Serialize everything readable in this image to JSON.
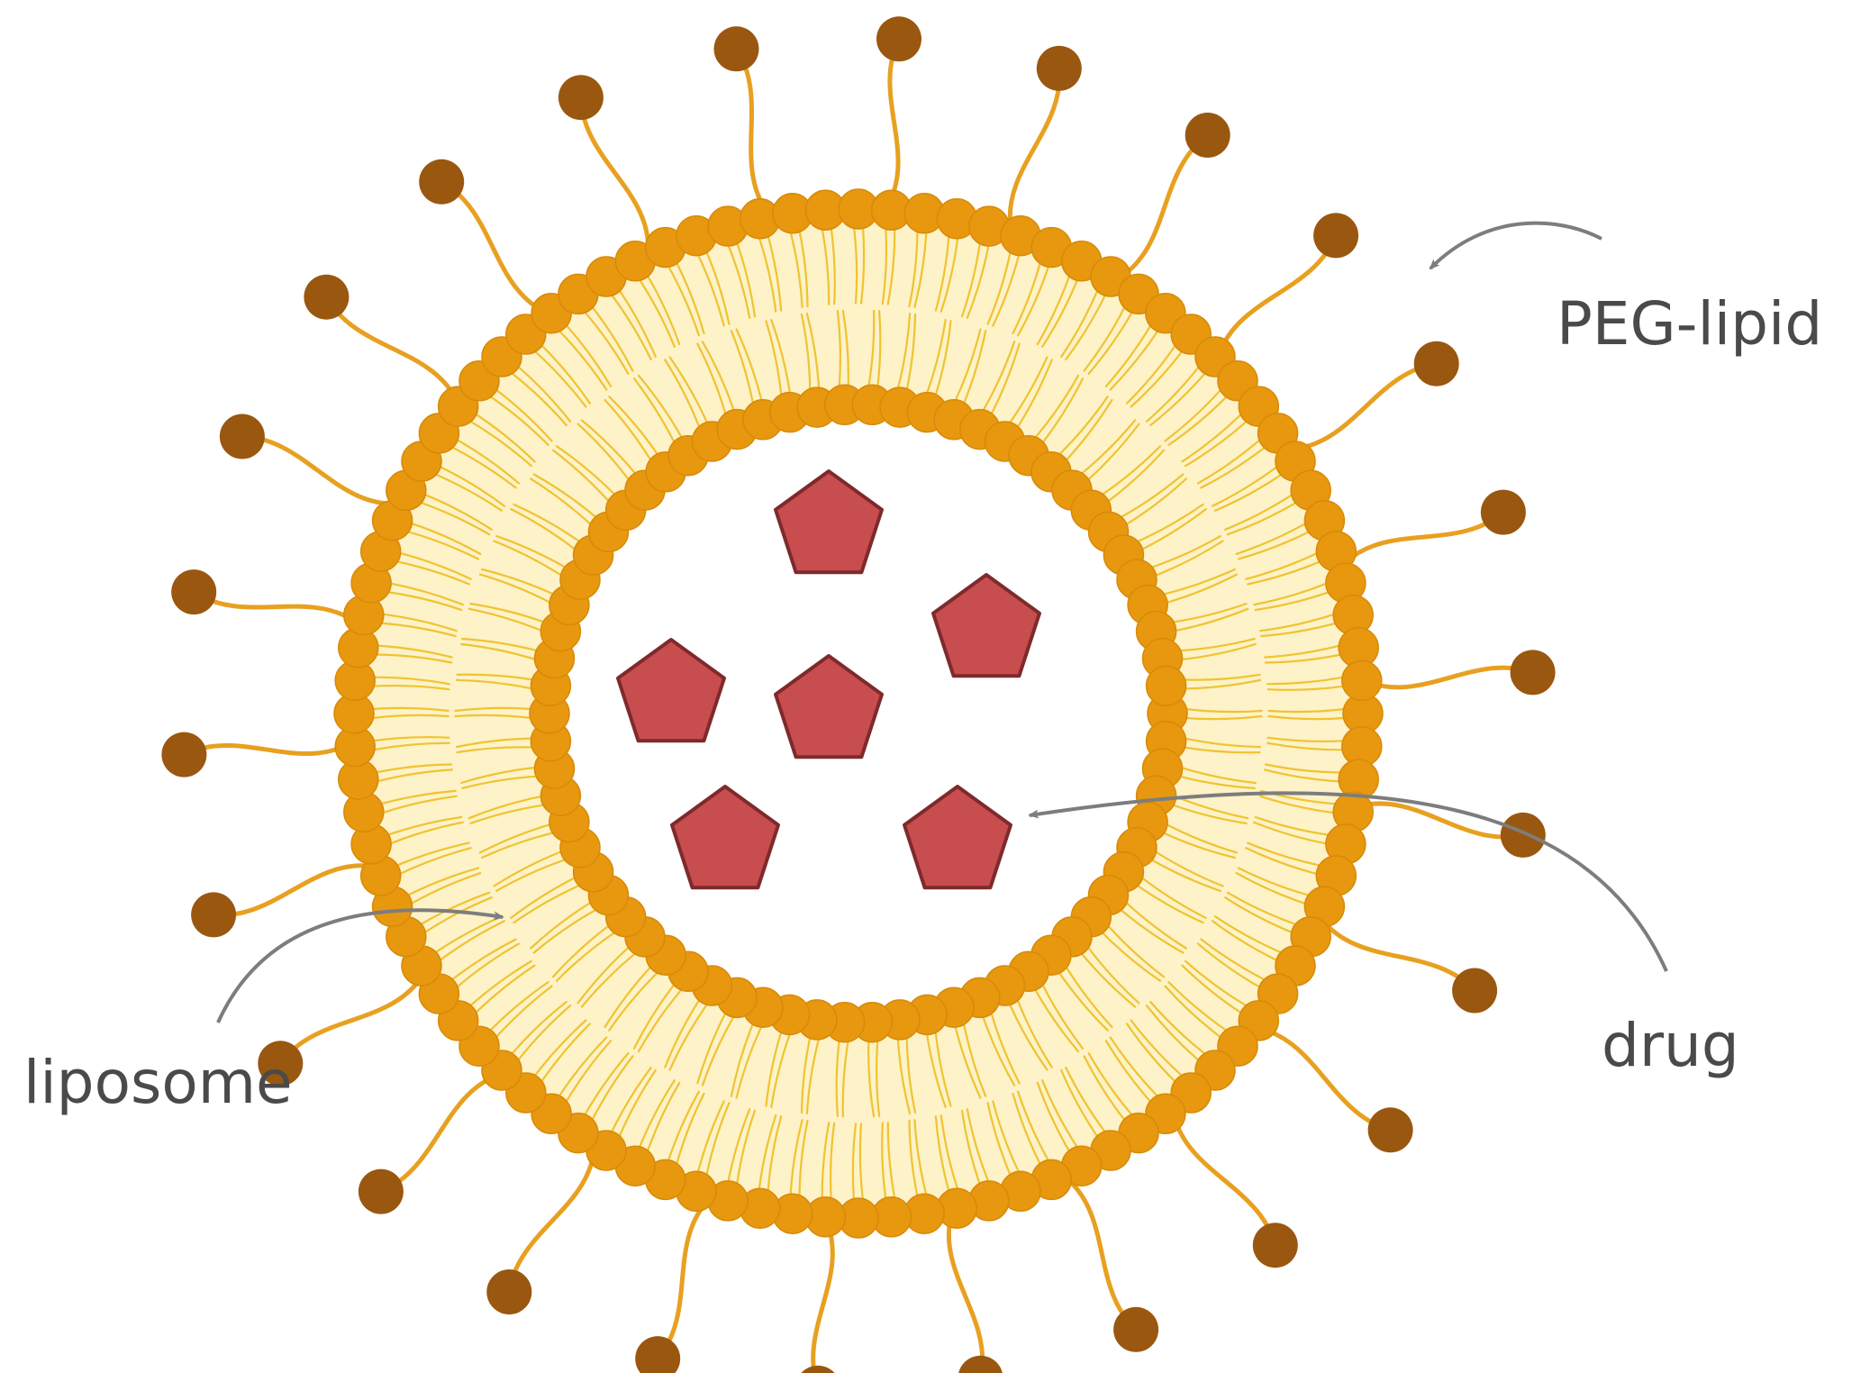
{
  "labels": {
    "peg_lipid": "PEG-lipid",
    "drug": "drug",
    "liposome": "liposome"
  },
  "colors": {
    "head": "#E8980F",
    "head_stroke": "#D78A08",
    "tail": "#F0C330",
    "membrane_fill": "#FDF2C8",
    "peg_chain": "#E8A020",
    "peg_end": "#9A5710",
    "drug_fill": "#C84D4E",
    "drug_stroke": "#7E2A2C",
    "arrow": "#7d7d7d",
    "text": "#4a4a4a"
  },
  "structure": {
    "outer_heads": 96,
    "inner_heads": 70,
    "peg_lipids": 26,
    "drug_molecules": 6
  }
}
